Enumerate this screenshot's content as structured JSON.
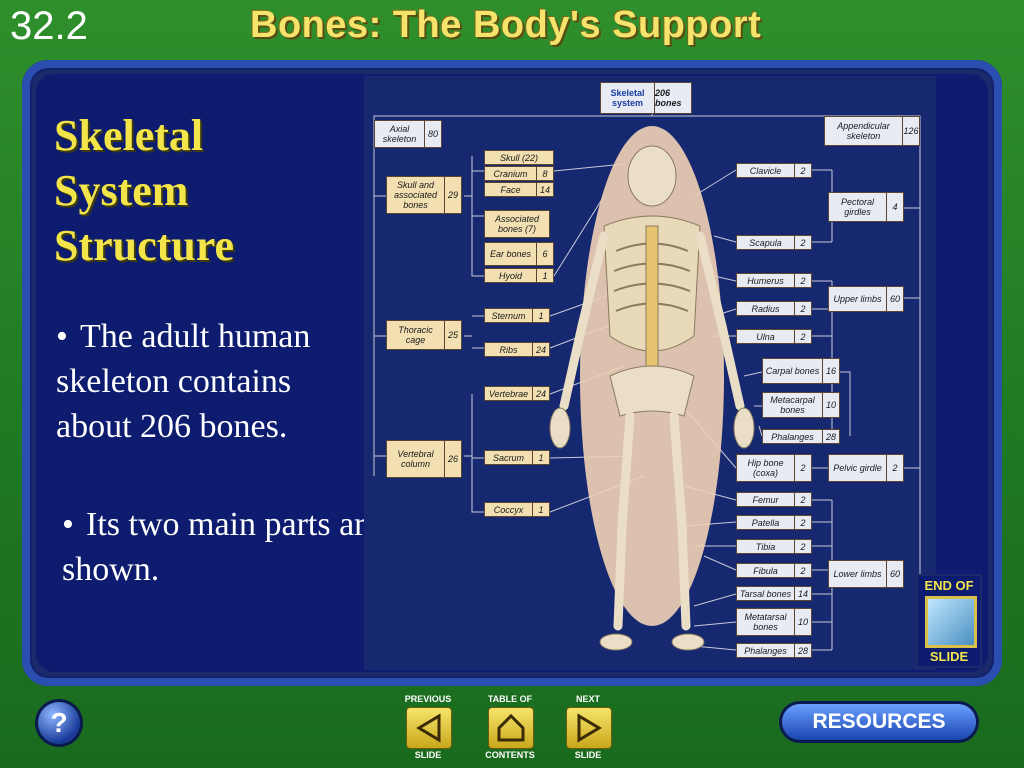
{
  "header": {
    "section": "32.2",
    "title": "Bones: The Body's Support"
  },
  "slide": {
    "heading_lines": [
      "Skeletal",
      "System",
      "Structure"
    ],
    "bullets": [
      "The adult human skeleton contains about 206 bones.",
      "Its two main parts are shown."
    ]
  },
  "diagram": {
    "top": {
      "label": "Skeletal system",
      "num": "206 bones"
    },
    "axial": {
      "label": "Axial skeleton",
      "num": "80"
    },
    "appendicular": {
      "label": "Appendicular skeleton",
      "num": "126"
    },
    "left_groups": [
      {
        "label": "Skull and associated bones",
        "num": "29"
      },
      {
        "label": "Thoracic cage",
        "num": "25"
      },
      {
        "label": "Vertebral column",
        "num": "26"
      }
    ],
    "left_items": [
      {
        "label": "Skull (22)",
        "num": ""
      },
      {
        "label": "Cranium",
        "num": "8"
      },
      {
        "label": "Face",
        "num": "14"
      },
      {
        "label": "Associated bones (7)",
        "num": ""
      },
      {
        "label": "Ear bones",
        "num": "6"
      },
      {
        "label": "Hyoid",
        "num": "1"
      },
      {
        "label": "Sternum",
        "num": "1"
      },
      {
        "label": "Ribs",
        "num": "24"
      },
      {
        "label": "Vertebrae",
        "num": "24"
      },
      {
        "label": "Sacrum",
        "num": "1"
      },
      {
        "label": "Coccyx",
        "num": "1"
      }
    ],
    "right_items": [
      {
        "label": "Clavicle",
        "num": "2"
      },
      {
        "label": "Scapula",
        "num": "2"
      },
      {
        "label": "Humerus",
        "num": "2"
      },
      {
        "label": "Radius",
        "num": "2"
      },
      {
        "label": "Ulna",
        "num": "2"
      },
      {
        "label": "Carpal bones",
        "num": "16"
      },
      {
        "label": "Metacarpal bones",
        "num": "10"
      },
      {
        "label": "Phalanges",
        "num": "28"
      },
      {
        "label": "Hip bone (coxa)",
        "num": "2"
      },
      {
        "label": "Femur",
        "num": "2"
      },
      {
        "label": "Patella",
        "num": "2"
      },
      {
        "label": "Tibia",
        "num": "2"
      },
      {
        "label": "Fibula",
        "num": "2"
      },
      {
        "label": "Tarsal bones",
        "num": "14"
      },
      {
        "label": "Metatarsal bones",
        "num": "10"
      },
      {
        "label": "Phalanges",
        "num": "28"
      }
    ],
    "right_groups": [
      {
        "label": "Pectoral girdles",
        "num": "4"
      },
      {
        "label": "Upper limbs",
        "num": "60"
      },
      {
        "label": "Pelvic girdle",
        "num": "2"
      },
      {
        "label": "Lower limbs",
        "num": "60"
      }
    ]
  },
  "end_of_slide": {
    "top": "END OF",
    "bottom": "SLIDE"
  },
  "nav": {
    "help": "?",
    "previous": {
      "top": "PREVIOUS",
      "bottom": "SLIDE"
    },
    "contents": {
      "top": "TABLE OF",
      "bottom": "CONTENTS"
    },
    "next": {
      "top": "NEXT",
      "bottom": "SLIDE"
    },
    "resources": "RESOURCES"
  },
  "colors": {
    "accent": "#f3e44a",
    "panel": "#0d1c6e",
    "background": "#2f8f2c"
  }
}
